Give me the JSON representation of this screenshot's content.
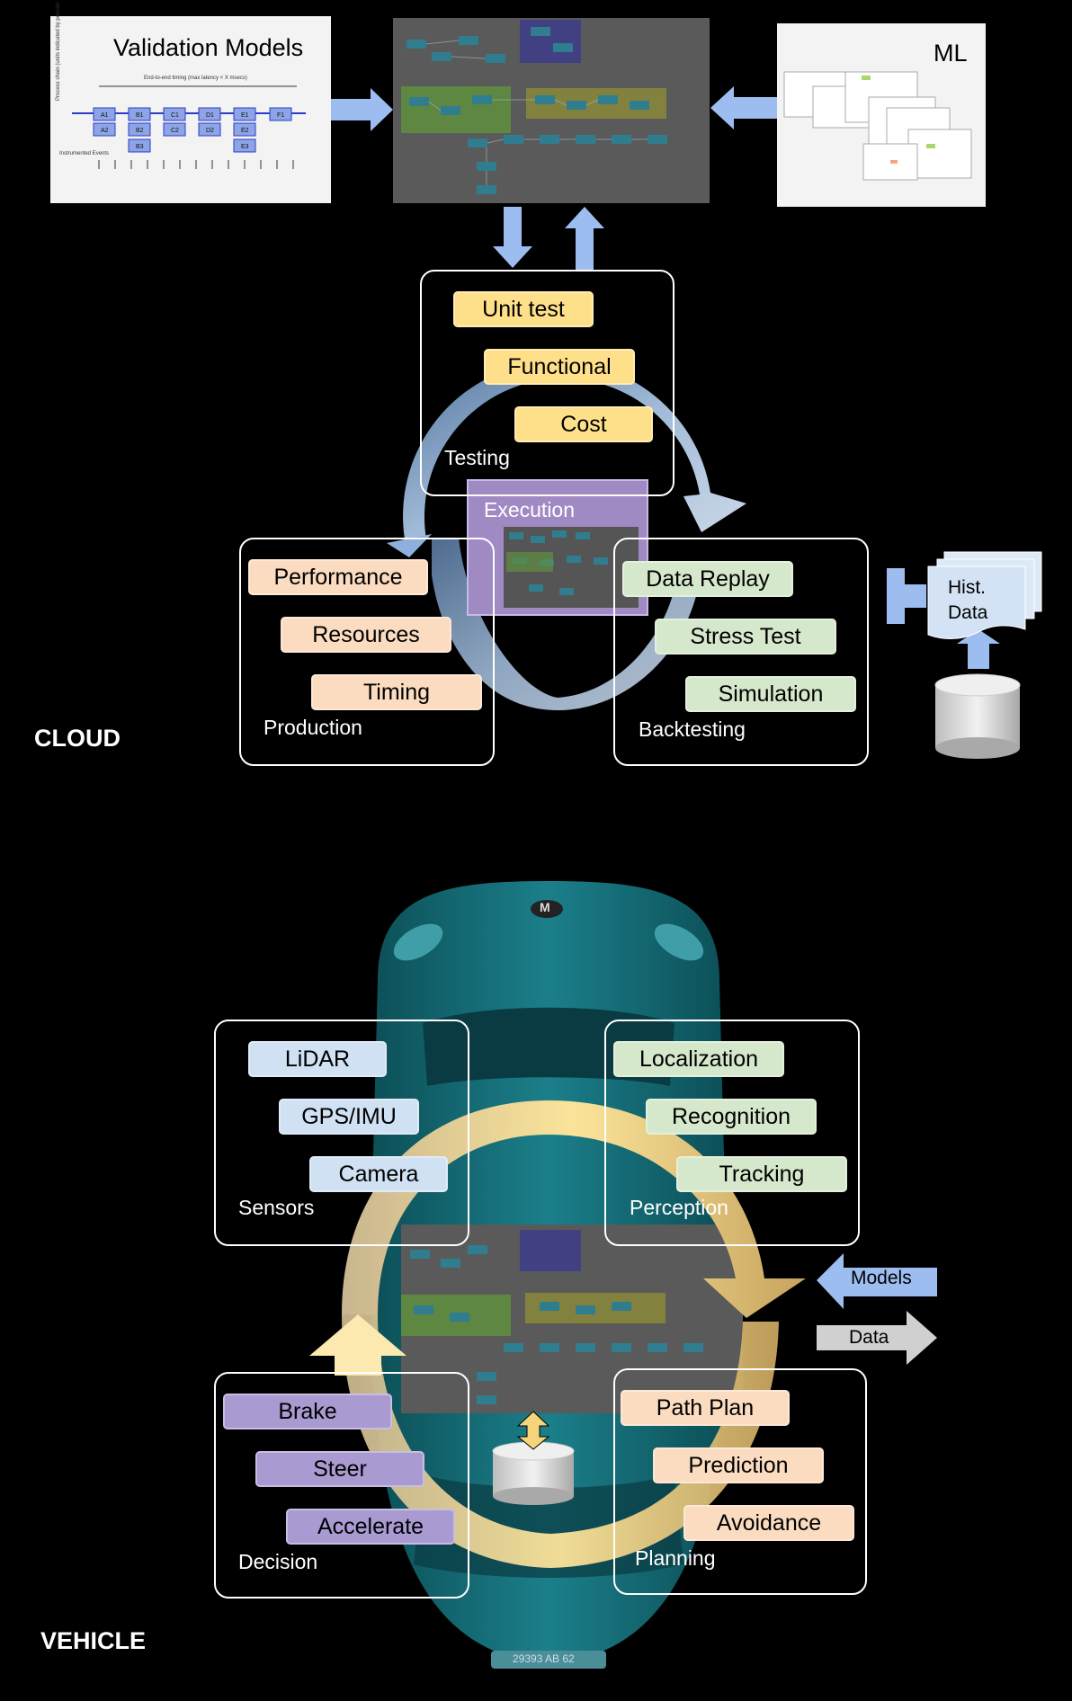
{
  "regions": {
    "cloud": "CLOUD",
    "vehicle": "VEHICLE"
  },
  "top": {
    "validation_models": "Validation Models",
    "ml": "ML",
    "validation_mini": {
      "header": "End-to-end timing (max latency < X msecs)",
      "side_text": "Process chain (units indicated by periodic or sporadic events)",
      "events_label": "Instrumented Events",
      "nodes": [
        "A1",
        "A2",
        "B1",
        "B2",
        "B3",
        "C1",
        "C2",
        "D1",
        "D2",
        "E1",
        "E2",
        "E3",
        "F1"
      ]
    }
  },
  "cloud": {
    "testing": {
      "label": "Testing",
      "items": [
        "Unit test",
        "Functional",
        "Cost"
      ]
    },
    "execution": {
      "label": "Execution"
    },
    "production": {
      "label": "Production",
      "items": [
        "Performance",
        "Resources",
        "Timing"
      ]
    },
    "backtesting": {
      "label": "Backtesting",
      "items": [
        "Data Replay",
        "Stress Test",
        "Simulation"
      ]
    },
    "hist_data": {
      "line1": "Hist.",
      "line2": "Data"
    }
  },
  "vehicle": {
    "sensors": {
      "label": "Sensors",
      "items": [
        "LiDAR",
        "GPS/IMU",
        "Camera"
      ]
    },
    "perception": {
      "label": "Perception",
      "items": [
        "Localization",
        "Recognition",
        "Tracking"
      ]
    },
    "decision": {
      "label": "Decision",
      "items": [
        "Brake",
        "Steer",
        "Accelerate"
      ]
    },
    "planning": {
      "label": "Planning",
      "items": [
        "Path Plan",
        "Prediction",
        "Avoidance"
      ]
    },
    "models_arrow": "Models",
    "data_arrow": "Data",
    "car_logo": "M",
    "plate": "29393 AB 62"
  },
  "colors": {
    "arrow_blue": "#9dbdf0",
    "car_teal": "#17707a",
    "ring_yellow": "#f6d47a",
    "graph_panel": "#5a5a5a"
  }
}
